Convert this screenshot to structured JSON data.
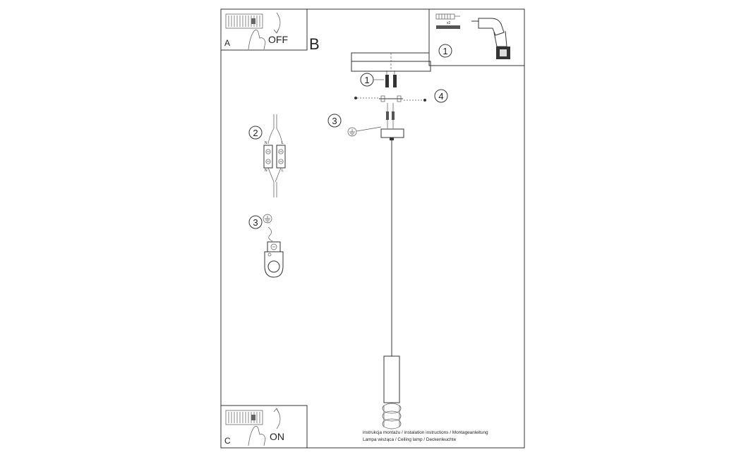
{
  "panels": {
    "a": {
      "letter": "A",
      "state": "OFF"
    },
    "b": {
      "letter": "B"
    },
    "c": {
      "letter": "C",
      "state": "ON"
    }
  },
  "steps": {
    "s1": "1",
    "s2": "2",
    "s3": "3",
    "s4": "4"
  },
  "wiring": {
    "neutral": "N",
    "live": "L"
  },
  "tools": {
    "quantity": "x2"
  },
  "footer": {
    "line1": "instrukcja montażu / instalation instructions / Montageanleitung",
    "line2": "Lampa wisząca / Ceiling lamp / Deckenleuchte"
  },
  "colors": {
    "line": "#333333",
    "background": "#ffffff"
  }
}
